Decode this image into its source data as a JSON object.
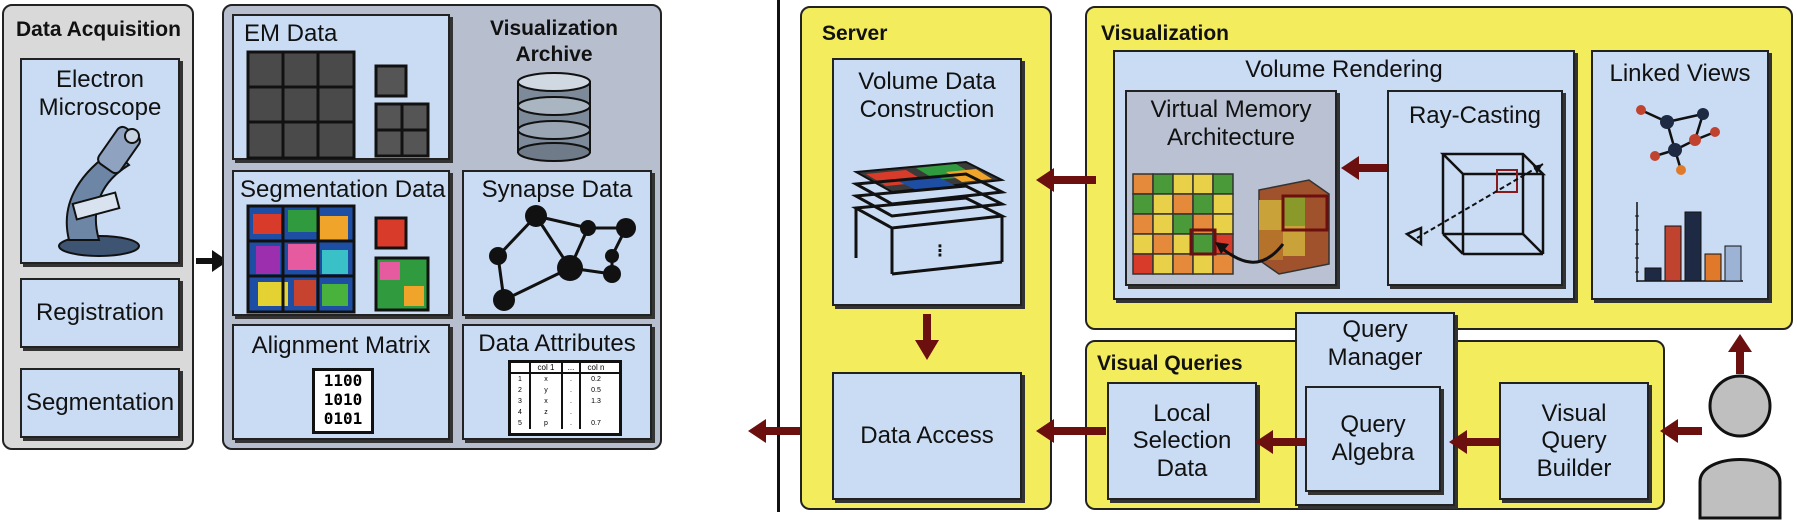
{
  "data_acquisition": {
    "title": "Data Acquisition",
    "electron_microscope": "Electron\nMicroscope",
    "registration": "Registration",
    "segmentation": "Segmentation"
  },
  "archive": {
    "title": "Visualization\nArchive",
    "em_data": "EM Data",
    "segmentation_data": "Segmentation Data",
    "synapse_data": "Synapse Data",
    "alignment_matrix": "Alignment Matrix",
    "matrix_lines": [
      "1100",
      "1010",
      "0101"
    ],
    "data_attributes": "Data Attributes",
    "table_headers": [
      "col 1",
      "...",
      "col n"
    ],
    "table_rows": [
      [
        "1",
        "x",
        ".",
        "0.2"
      ],
      [
        "2",
        "y",
        ".",
        "0.5"
      ],
      [
        "3",
        "x",
        ".",
        "1.3"
      ],
      [
        "4",
        "z",
        ".",
        ""
      ],
      [
        "5",
        "p",
        ".",
        "0.7"
      ]
    ]
  },
  "server": {
    "title": "Server",
    "volume_data_construction": "Volume Data\nConstruction",
    "data_access": "Data Access"
  },
  "visualization": {
    "title": "Visualization",
    "volume_rendering": "Volume Rendering",
    "virtual_memory": "Virtual Memory\nArchitecture",
    "ray_casting": "Ray-Casting",
    "linked_views": "Linked Views"
  },
  "visual_queries": {
    "title": "Visual Queries",
    "query_manager": "Query\nManager",
    "local_selection": "Local\nSelection\nData",
    "query_algebra": "Query\nAlgebra",
    "visual_query_builder": "Visual\nQuery\nBuilder"
  },
  "colors": {
    "arrow": "#6b0f0f",
    "yellow_panel": "#f3ec5c",
    "box_blue": "#cadcf4",
    "slate_panel": "#b7bfcf"
  }
}
